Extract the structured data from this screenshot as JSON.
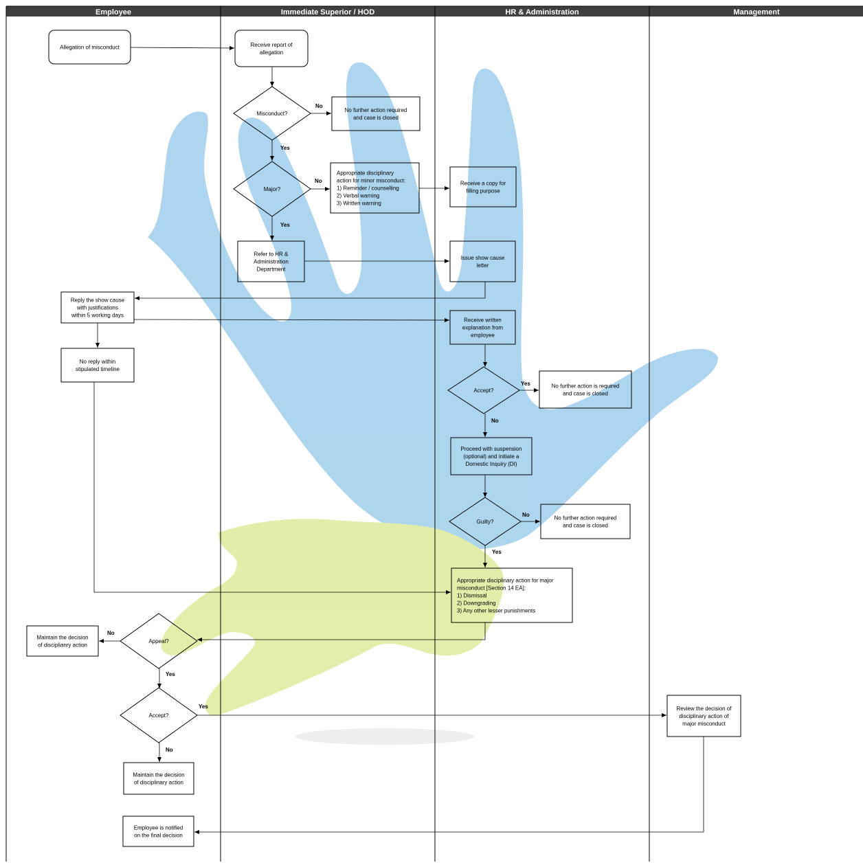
{
  "lanes": [
    {
      "id": "employee",
      "title": "Employee"
    },
    {
      "id": "superior",
      "title": "Immediate Superior / HOD"
    },
    {
      "id": "hr",
      "title": "HR & Administration"
    },
    {
      "id": "management",
      "title": "Management"
    }
  ],
  "colors": {
    "header_bg": "#404040",
    "header_text": "#ffffff",
    "stroke": "#000000",
    "watermark_blue": "#a9d3ee",
    "watermark_green": "#e2eda6"
  },
  "nodes": [
    {
      "id": "allegation",
      "lines": [
        "Allegation of misconduct"
      ]
    },
    {
      "id": "receive_report",
      "lines": [
        "Receive report of",
        "allegation"
      ]
    },
    {
      "id": "misconduct_q",
      "lines": [
        "Misconduct?"
      ]
    },
    {
      "id": "no_action_1",
      "lines": [
        "No further action required",
        "and case is closed"
      ]
    },
    {
      "id": "major_q",
      "lines": [
        "Major?"
      ]
    },
    {
      "id": "minor_action",
      "lines": [
        "Appropriate  disciplinary",
        "action for minor misconduct:",
        "1) Reminder / counselling",
        "2) Verbal warning",
        "3) Written warning"
      ]
    },
    {
      "id": "copy_filing",
      "lines": [
        "Receive a copy for",
        "filling purpose"
      ]
    },
    {
      "id": "refer_hr",
      "lines": [
        "Refer to HR &",
        "Administration",
        "Department"
      ]
    },
    {
      "id": "show_cause",
      "lines": [
        "Issue show cause",
        "letter"
      ]
    },
    {
      "id": "reply_show_cause",
      "lines": [
        "Reply the show cause",
        "with justifications",
        "within 5 working days"
      ]
    },
    {
      "id": "receive_written",
      "lines": [
        "Receive written",
        "explanation from",
        "employee"
      ]
    },
    {
      "id": "no_reply",
      "lines": [
        "No reply within",
        "stipulated timeline"
      ]
    },
    {
      "id": "accept_q1",
      "lines": [
        "Accept?"
      ]
    },
    {
      "id": "no_action_2",
      "lines": [
        "No further  action is required",
        "and case is closed"
      ]
    },
    {
      "id": "suspension",
      "lines": [
        "Proceed with suspension",
        "(optional) and initiate a",
        "Domestic Inquiry (DI)"
      ]
    },
    {
      "id": "guilty_q",
      "lines": [
        "Guilty?"
      ]
    },
    {
      "id": "no_action_3",
      "lines": [
        "No further action required",
        "and case is closed"
      ]
    },
    {
      "id": "major_action",
      "lines": [
        "Appropriate  disciplinary action for major",
        "misconduct [Section 14 EA]:",
        "1) Dismissal",
        "2) Downgrading",
        "3) Any other lesser punishments"
      ]
    },
    {
      "id": "appeal_q",
      "lines": [
        "Appeal?"
      ]
    },
    {
      "id": "maintain_1",
      "lines": [
        "Maintain the decision",
        "of disciplianry action"
      ]
    },
    {
      "id": "accept_q2",
      "lines": [
        "Accept?"
      ]
    },
    {
      "id": "review",
      "lines": [
        "Review the decision of",
        "disciplinary action of",
        "major misconduct"
      ]
    },
    {
      "id": "maintain_2",
      "lines": [
        "Maintain the decision",
        "of disciplinary action"
      ]
    },
    {
      "id": "notified",
      "lines": [
        "Employee is notified",
        "on the final decision"
      ]
    }
  ],
  "edges": [
    {
      "id": "e1",
      "from": "allegation",
      "to": "receive_report",
      "label": ""
    },
    {
      "id": "e2",
      "from": "receive_report",
      "to": "misconduct_q",
      "label": ""
    },
    {
      "id": "e3",
      "from": "misconduct_q",
      "to": "no_action_1",
      "label": "No"
    },
    {
      "id": "e4",
      "from": "misconduct_q",
      "to": "major_q",
      "label": "Yes"
    },
    {
      "id": "e5",
      "from": "major_q",
      "to": "minor_action",
      "label": "No"
    },
    {
      "id": "e6",
      "from": "minor_action",
      "to": "copy_filing",
      "label": ""
    },
    {
      "id": "e7",
      "from": "major_q",
      "to": "refer_hr",
      "label": "Yes"
    },
    {
      "id": "e8",
      "from": "refer_hr",
      "to": "show_cause",
      "label": ""
    },
    {
      "id": "e9",
      "from": "show_cause",
      "to": "reply_show_cause",
      "label": ""
    },
    {
      "id": "e10",
      "from": "reply_show_cause",
      "to": "receive_written",
      "label": ""
    },
    {
      "id": "e11",
      "from": "reply_show_cause",
      "to": "no_reply",
      "label": ""
    },
    {
      "id": "e12",
      "from": "receive_written",
      "to": "accept_q1",
      "label": ""
    },
    {
      "id": "e13",
      "from": "accept_q1",
      "to": "no_action_2",
      "label": "Yes"
    },
    {
      "id": "e14",
      "from": "accept_q1",
      "to": "suspension",
      "label": "No"
    },
    {
      "id": "e15",
      "from": "suspension",
      "to": "guilty_q",
      "label": ""
    },
    {
      "id": "e16",
      "from": "guilty_q",
      "to": "no_action_3",
      "label": "No"
    },
    {
      "id": "e17",
      "from": "guilty_q",
      "to": "major_action",
      "label": "Yes"
    },
    {
      "id": "e18",
      "from": "no_reply",
      "to": "major_action",
      "label": ""
    },
    {
      "id": "e19",
      "from": "major_action",
      "to": "appeal_q",
      "label": ""
    },
    {
      "id": "e20",
      "from": "appeal_q",
      "to": "maintain_1",
      "label": "No"
    },
    {
      "id": "e21",
      "from": "appeal_q",
      "to": "accept_q2",
      "label": "Yes"
    },
    {
      "id": "e22",
      "from": "accept_q2",
      "to": "review",
      "label": "Yes"
    },
    {
      "id": "e23",
      "from": "accept_q2",
      "to": "maintain_2",
      "label": "No"
    },
    {
      "id": "e24",
      "from": "review",
      "to": "notified",
      "label": ""
    }
  ]
}
